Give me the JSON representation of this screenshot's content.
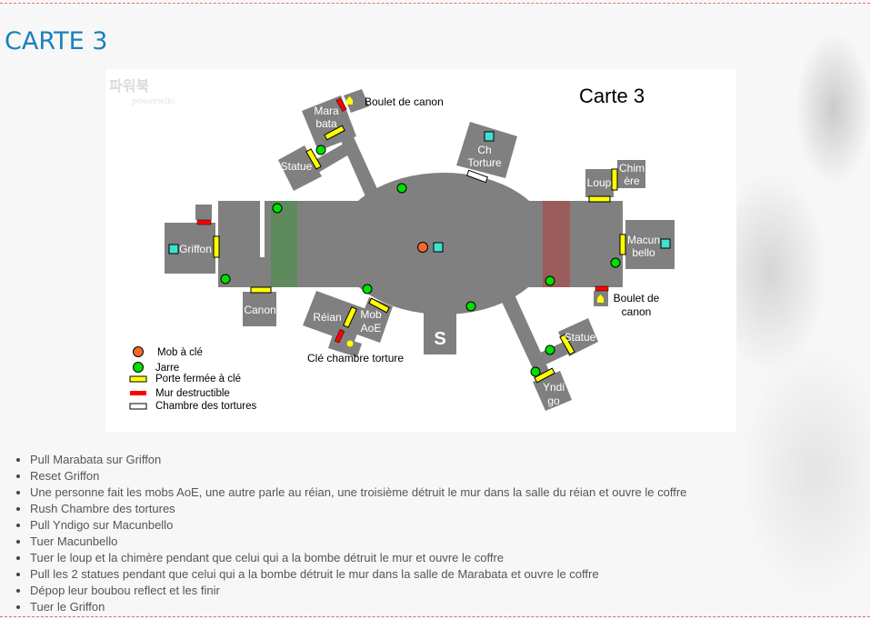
{
  "heading": "CARTE 3",
  "map": {
    "title": "Carte 3",
    "watermark": "파워북 powerwiki",
    "rooms": {
      "marabata": [
        "Mara",
        "bata"
      ],
      "statue_top": "Statue",
      "ch_torture": [
        "Ch",
        "Torture"
      ],
      "loup": "Loup",
      "chimere": [
        "Chim",
        "ère"
      ],
      "griffon": "Griffon",
      "macunbello": [
        "Macun",
        "bello"
      ],
      "canon": "Canon",
      "reian": "Réian",
      "mob_aoe": [
        "Mob",
        "AoE"
      ],
      "s": "S",
      "statue_bottom": "Statue",
      "yndigo": [
        "Yndi",
        "go"
      ]
    },
    "annotations": {
      "boulet_top": "Boulet de canon",
      "boulet_right": [
        "Boulet de",
        "canon"
      ],
      "cle": "Clé chambre torture"
    },
    "legend": [
      {
        "label": "Mob à clé",
        "color": "#f26b2a"
      },
      {
        "label": "Jarre",
        "color": "#00e000"
      },
      {
        "label": "Porte fermée à clé",
        "color": "#ffff00"
      },
      {
        "label": "Mur destructible",
        "color": "#ff0000"
      },
      {
        "label": "Chambre des tortures",
        "color": "#ffffff"
      }
    ]
  },
  "steps": [
    "Pull Marabata sur Griffon",
    "Reset Griffon",
    "Une personne fait les mobs AoE, une autre parle au réian, une troisième détruit le mur dans la salle du réian et ouvre le coffre",
    "Rush Chambre des tortures",
    "Pull Yndigo sur Macunbello",
    "Tuer Macunbello",
    "Tuer le loup et la chimère pendant que celui qui a la bombe détruit le mur et ouvre le coffre",
    "Pull les 2 statues pendant que celui qui a la bombe détruit le mur dans la salle de Marabata et ouvre le coffre",
    "Dépop leur boubou reflect et les finir",
    "Tuer le Griffon"
  ]
}
